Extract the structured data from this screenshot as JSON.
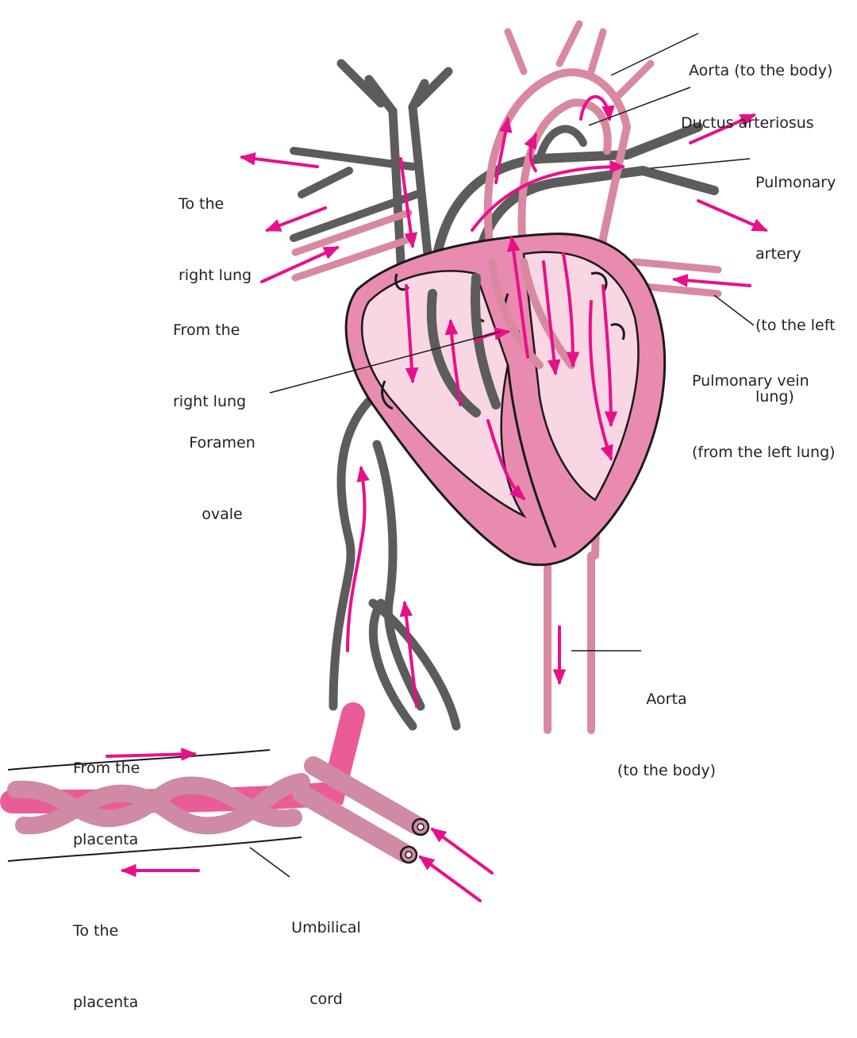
{
  "colors": {
    "arrow": "#e8108a",
    "vessel_dark": "#5c5c5c",
    "vessel_pink": "#d8899f",
    "heart_wall": "#e98bb0",
    "heart_inner": "#f8d6e4",
    "heart_outline": "#1a1a1a",
    "umbilical_vein": "#ea5c98",
    "umbilical_artery": "#cf8aa6",
    "leader_line": "#1a1a1a"
  },
  "labels": {
    "aorta_top": "Aorta (to the body)",
    "ductus_arteriosus": "Ductus arteriosus",
    "pulmonary_artery": [
      "Pulmonary",
      "artery",
      "(to the left",
      "lung)"
    ],
    "to_right_lung": [
      "To the",
      "right lung"
    ],
    "from_right_lung": [
      "From the",
      "right lung"
    ],
    "pulmonary_vein": [
      "Pulmonary vein",
      "(from the left lung)"
    ],
    "foramen_ovale": [
      "Foramen",
      "ovale"
    ],
    "aorta_bottom": [
      "Aorta",
      "(to the body)"
    ],
    "from_placenta": [
      "From the",
      "placenta"
    ],
    "to_placenta": [
      "To the",
      "placenta"
    ],
    "umbilical_cord": [
      "Umbilical",
      "cord"
    ]
  },
  "icons": {
    "flow_arrow": "arrow-icon"
  }
}
